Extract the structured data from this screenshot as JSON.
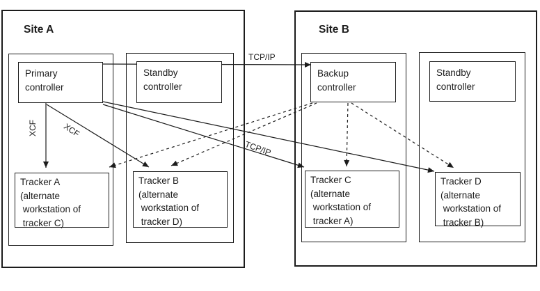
{
  "diagram": {
    "site_a": {
      "title": "Site A",
      "primary_controller": {
        "line1": "Primary",
        "line2": "controller"
      },
      "standby_controller": {
        "line1": "Standby",
        "line2": "controller"
      },
      "tracker_a": {
        "line1": "Tracker A",
        "line2": "(alternate",
        "line3": " workstation of",
        "line4": " tracker C)"
      },
      "tracker_b": {
        "line1": "Tracker B",
        "line2": "(alternate",
        "line3": " workstation of",
        "line4": " tracker D)"
      }
    },
    "site_b": {
      "title": "Site B",
      "backup_controller": {
        "line1": "Backup",
        "line2": "controller"
      },
      "standby_controller": {
        "line1": "Standby",
        "line2": "controller"
      },
      "tracker_c": {
        "line1": "Tracker C",
        "line2": "(alternate",
        "line3": " workstation of",
        "line4": " tracker A)"
      },
      "tracker_d": {
        "line1": "Tracker D",
        "line2": "(alternate",
        "line3": " workstation of",
        "line4": " tracker B)"
      }
    },
    "labels": {
      "tcpip_horizontal": "TCP/IP",
      "tcpip_diagonal": "TCP/IP",
      "xcf_vertical": "XCF",
      "xcf_diagonal": "XCF"
    },
    "colors": {
      "line": "#1c1c1c",
      "text": "#1c1c1c",
      "background": "#ffffff"
    }
  }
}
